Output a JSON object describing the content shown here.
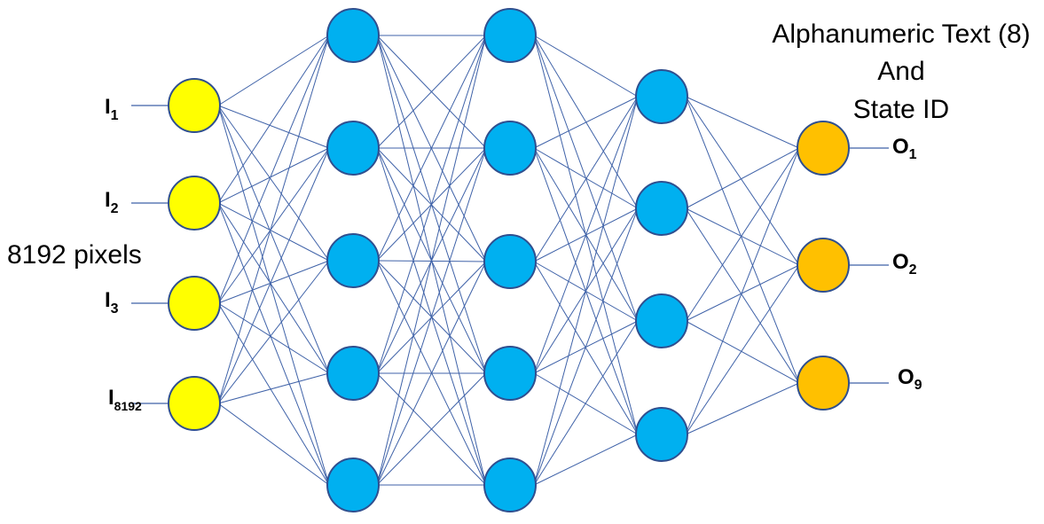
{
  "input_group_label": "8192 pixels",
  "output_group_label": {
    "line1": "Alphanumeric Text (8)",
    "line2": "And",
    "line3": "State ID"
  },
  "input_labels": [
    {
      "main": "I",
      "sub": "1"
    },
    {
      "main": "I",
      "sub": "2"
    },
    {
      "main": "I",
      "sub": "3"
    },
    {
      "main": "I",
      "sub": "8192"
    }
  ],
  "output_labels": [
    {
      "main": "O",
      "sub": "1"
    },
    {
      "main": "O",
      "sub": "2"
    },
    {
      "main": "O",
      "sub": "9"
    }
  ],
  "layers": [
    {
      "role": "input",
      "node_count": 4
    },
    {
      "role": "hidden",
      "node_count": 5
    },
    {
      "role": "hidden",
      "node_count": 5
    },
    {
      "role": "hidden",
      "node_count": 4
    },
    {
      "role": "output",
      "node_count": 3
    }
  ],
  "colors": {
    "input_node": "#ffff00",
    "hidden_node": "#00b0f0",
    "output_node": "#ffc000",
    "node_border": "#2f4f8f",
    "edge": "#3f62a8"
  }
}
